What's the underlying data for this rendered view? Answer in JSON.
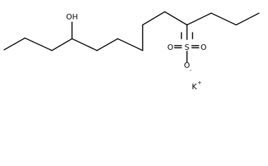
{
  "molecule": {
    "hydroxyl": {
      "label": "OH"
    },
    "sulfonate": {
      "sulfur": "S",
      "oxygen_upper": "O",
      "oxygen_right": "O",
      "oxygen_lower": "O",
      "oxygen_lower_charge": "-"
    },
    "counterion": {
      "symbol": "K",
      "charge": "+"
    }
  }
}
